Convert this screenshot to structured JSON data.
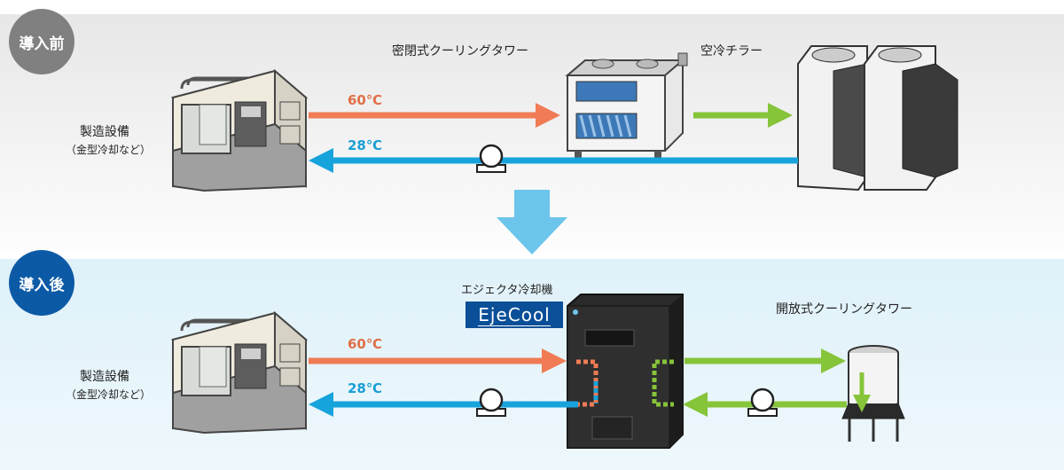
{
  "before": {
    "badge": "導入前",
    "equipment_label": "製造設備",
    "equipment_sub": "（金型冷却など）",
    "hot_temp": "60℃",
    "cold_temp": "28℃",
    "tower_label": "密閉式クーリングタワー",
    "chiller_label": "空冷チラー"
  },
  "after": {
    "badge": "導入後",
    "equipment_label": "製造設備",
    "equipment_sub": "（金型冷却など）",
    "hot_temp": "60℃",
    "cold_temp": "28℃",
    "ejector_label": "エジェクタ冷却機",
    "brand": "EjeCool",
    "tower_label": "開放式クーリングタワー"
  },
  "colors": {
    "hot": "#f07b55",
    "cold": "#17a3dc",
    "green": "#86c43a",
    "down_arrow": "#6cc5ea",
    "badge_before": "#808080",
    "badge_after": "#0c5aa6"
  }
}
